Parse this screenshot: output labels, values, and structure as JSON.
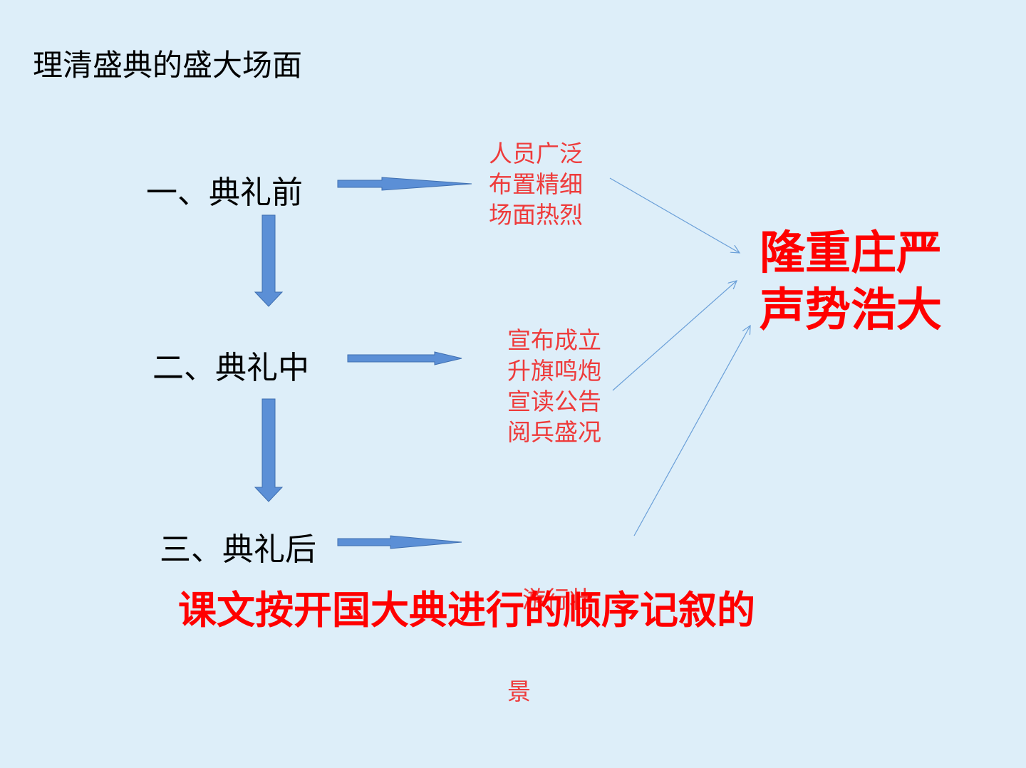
{
  "title": "理清盛典的盛大场面",
  "stages": [
    {
      "label": "一、典礼前",
      "details": [
        "人员广泛",
        "布置精细",
        "场面热烈"
      ]
    },
    {
      "label": "二、典礼中",
      "details": [
        "宣布成立",
        "升旗鸣炮",
        "宣读公告",
        "阅兵盛况"
      ]
    },
    {
      "label": "三、典礼后",
      "details": [
        "  游行壮",
        "景"
      ]
    }
  ],
  "conclusion": [
    "隆重庄严",
    "声势浩大"
  ],
  "bottom_note": "课文按开国大典进行的顺序记叙的",
  "colors": {
    "background": "#ddeef9",
    "arrow_fill": "#5b8fd6",
    "detail_text": "#ee3b3b",
    "conclusion_text": "#ff0000",
    "connector_line": "#6a9fd8"
  }
}
